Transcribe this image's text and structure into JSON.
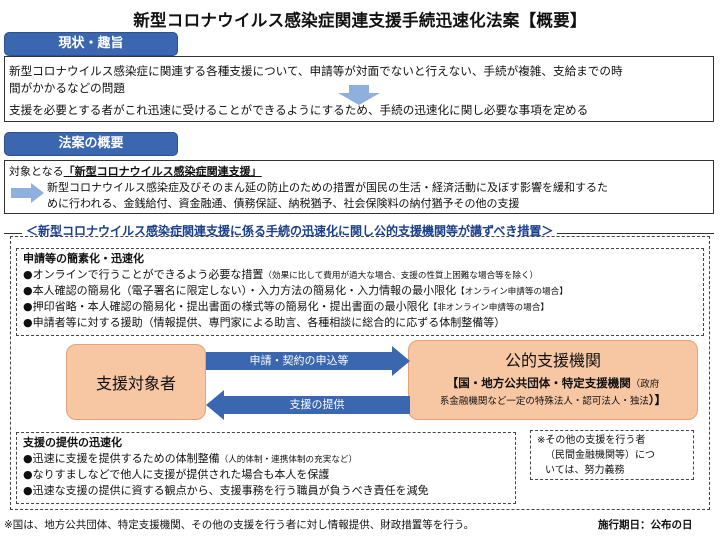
{
  "title": "新型コロナウイルス感染症関連支援手続迅速化法案【概要】",
  "sections": {
    "status_tag": "現状・趣旨",
    "outline_tag": "法案の概要"
  },
  "status": {
    "line1a": "新型コロナウイルス感染症に関連する各種支援について、申請等が対面でないと行えない、手続が複雑、支給までの時",
    "line1b": "間がかかるなどの問題",
    "line2": "支援を必要とする者がこれ迅速に受けることができるようにするため、手続の迅速化に関し必要な事項を定める"
  },
  "outline": {
    "target_prefix": "対象となる",
    "target_term": "「新型コロナウイルス感染症関連支援」",
    "target_desc_a": "新型コロナウイルス感染症及びそのまん延の防止のための措置が国民の生活・経済活動に及ぼす影響を緩和するた",
    "target_desc_b": "めに行われる、金銭給付、資金融通、債務保証、納税猶予、社会保険料の納付猶予その他の支援"
  },
  "measures": {
    "heading": "＜新型コロナウイルス感染症関連支援に係る手続の迅速化に関し公的支援機関等が講ずべき措置＞",
    "simplify_title": "申請等の簡素化・迅速化",
    "simplify_items": [
      {
        "main": "●オンラインで行うことができるよう必要な措置",
        "note": "（効果に比して費用が過大な場合、支援の性質上困難な場合等を除く）"
      },
      {
        "main": "●本人確認の簡易化（電子署名に限定しない）・入力方法の簡易化・入力情報の最小限化",
        "note": "【オンライン申請等の場合】"
      },
      {
        "main": "●押印省略・本人確認の簡易化・提出書面の様式等の簡易化・提出書面の最小限化",
        "note": "【非オンライン申請等の場合】"
      },
      {
        "main": "●申請者等に対する援助（情報提供、専門家による助言、各種相談に総合的に応ずる体制整備等）",
        "note": ""
      }
    ],
    "left_entity": "支援対象者",
    "right_entity_title": "公的支援機関",
    "right_entity_line1a": "【国・地方公共団体・特定支援機関",
    "right_entity_line1b": "（政府",
    "right_entity_line2a": "系金融機関など一定の特殊法人・認可法人・独法",
    "right_entity_line2b": "）】",
    "flow_apply": "申請・契約の申込等",
    "flow_provide": "支援の提供",
    "speed_title": "支援の提供の迅速化",
    "speed_items": [
      {
        "main": "●迅速に支援を提供するための体制整備",
        "note": "（人的体制・連携体制の充実など）"
      },
      {
        "main": "●なりすましなどで他人に支援が提供された場合も本人を保護",
        "note": ""
      },
      {
        "main": "●迅速な支援の提供に資する観点から、支援事務を行う職員が負うべき責任を減免",
        "note": ""
      }
    ],
    "other_note": [
      "※その他の支援を行う者",
      "（民間金融機関等）につ",
      "いては、努力義務"
    ]
  },
  "footer": {
    "note": "※国は、地方公共団体、特定支援機関、その他の支援を行う者に対し情報提供、財政措置等を行う。",
    "effective_label": "施行期日：公布の日"
  },
  "colors": {
    "accent": "#3a67b0",
    "entity_fill": "#f7c6a2",
    "arrow_light": "#8fb0de"
  }
}
